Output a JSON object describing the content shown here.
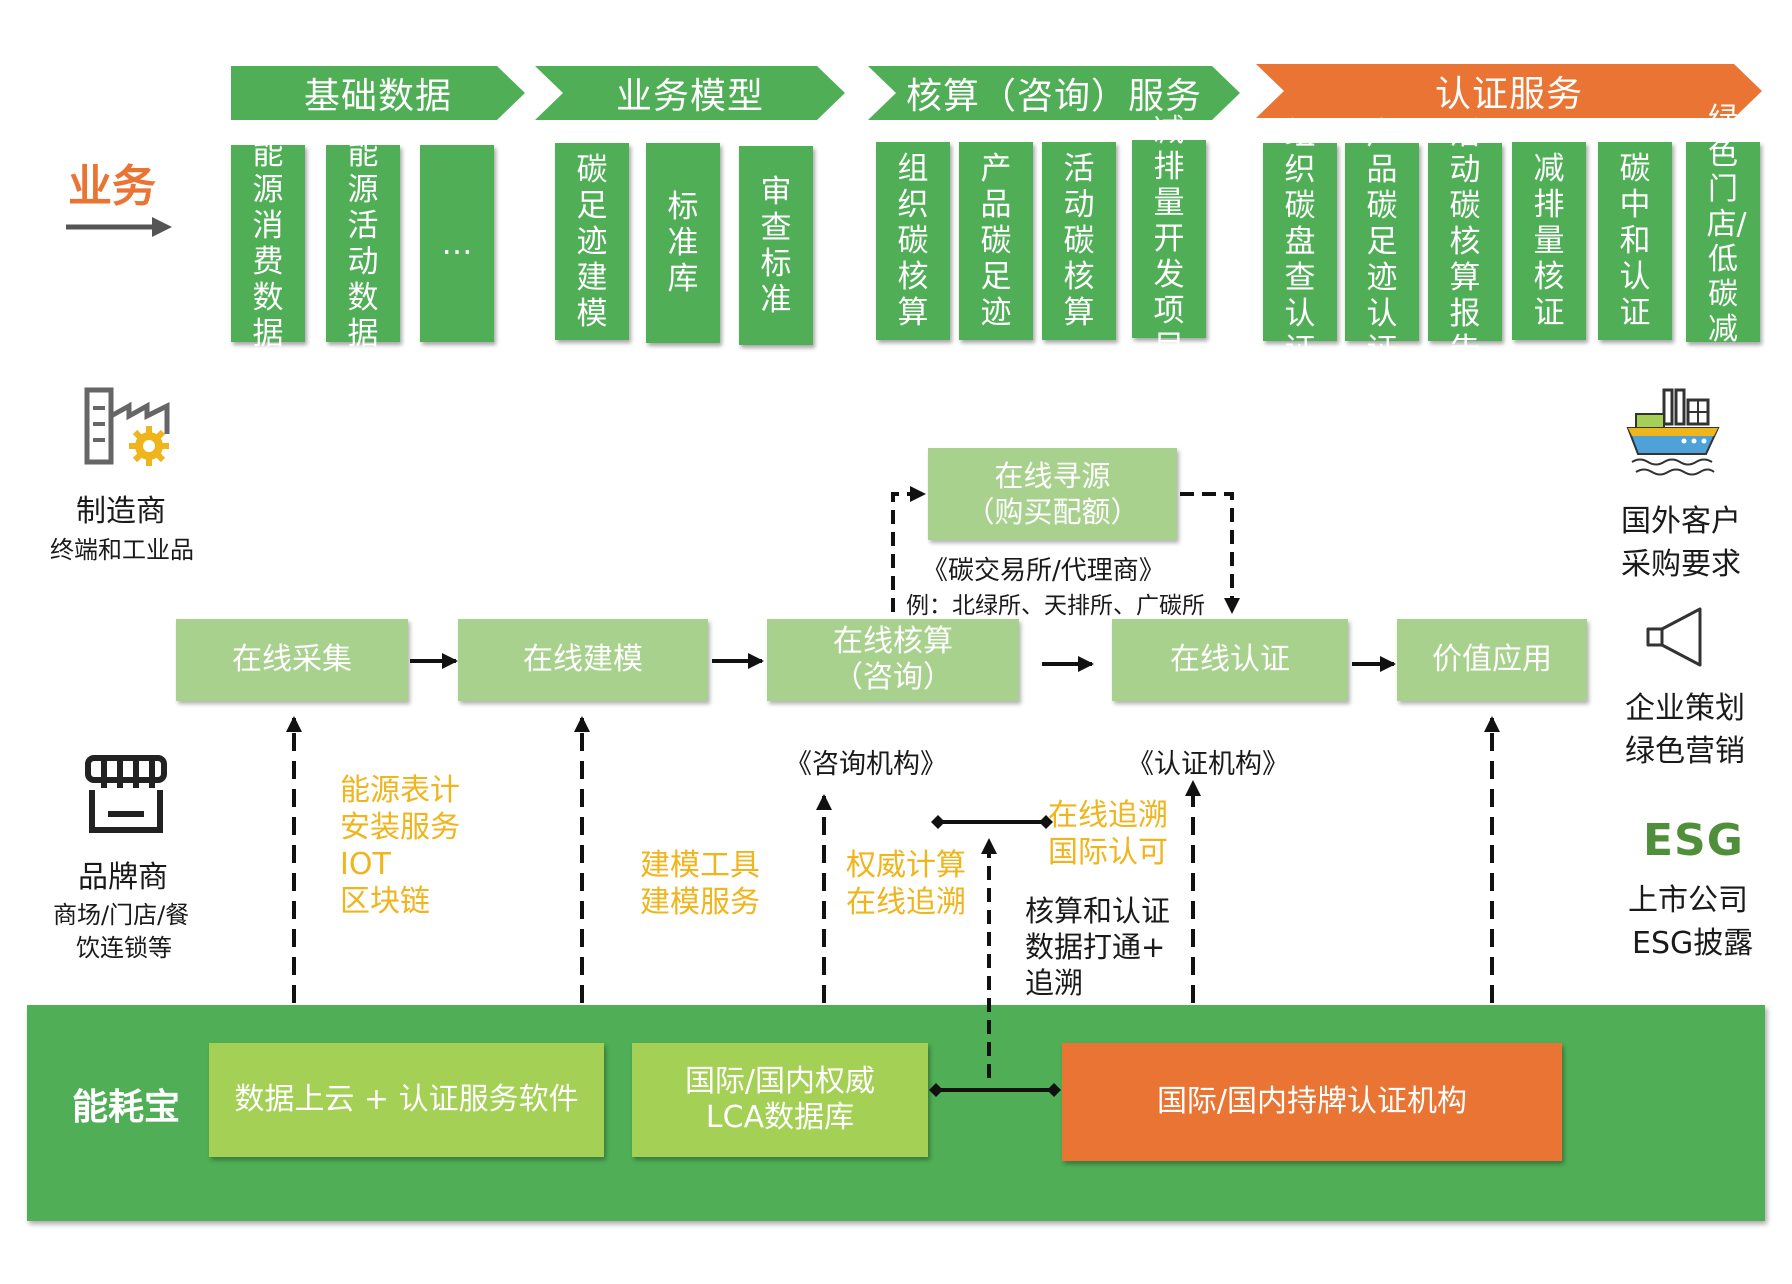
{
  "left_labels": {
    "business": "业务",
    "manufacturer": {
      "title": "制造商",
      "subtitle": "终端和工业品"
    },
    "brand": {
      "title": "品牌商",
      "subtitle_line1": "商场/门店/餐",
      "subtitle_line2": "饮连锁等"
    },
    "platform": "能耗宝"
  },
  "phases": [
    {
      "label": "基础数据",
      "color": "#4fae56"
    },
    {
      "label": "业务模型",
      "color": "#4fae56"
    },
    {
      "label": "核算（咨询）服务",
      "color": "#4fae56"
    },
    {
      "label": "认证服务",
      "color": "#ea7433"
    }
  ],
  "cards": {
    "basic_data": [
      "能源消费数据",
      "能源活动数据",
      "…"
    ],
    "business_model": [
      "碳足迹建模",
      "标准库",
      "审查标准"
    ],
    "accounting": [
      "组织碳核算",
      "产品碳足迹",
      "活动碳核算",
      "减排量开发项目"
    ],
    "certification": [
      "组织碳盘查认证",
      "产品碳足迹认证",
      "活动碳核算报告",
      "减排量核证",
      "碳中和认证",
      "绿色门店/低碳减塑"
    ]
  },
  "sourcing": {
    "box_line1": "在线寻源",
    "box_line2": "（购买配额）",
    "note_line1": "《碳交易所/代理商》",
    "note_line2": "例：北绿所、天排所、广碳所"
  },
  "flow": {
    "collect": "在线采集",
    "model": "在线建模",
    "accounting_line1": "在线核算",
    "accounting_line2": "（咨询）",
    "certify": "在线认证",
    "value": "价值应用"
  },
  "annotations": {
    "collect_1": "能源表计",
    "collect_2": "安装服务",
    "collect_3": "IOT",
    "collect_4": "区块链",
    "model_1": "建模工具",
    "model_2": "建模服务",
    "authority_1": "权威计算",
    "authority_2": "在线追溯",
    "consulting_org": "《咨询机构》",
    "certification_org": "《认证机构》",
    "trace_1": "在线追溯",
    "trace_2": "国际认可",
    "link_1": "核算和认证",
    "link_2": "数据打通+",
    "link_3": "追溯"
  },
  "right_labels": {
    "foreign_1": "国外客户",
    "foreign_2": "采购要求",
    "marketing_1": "企业策划",
    "marketing_2": "绿色营销",
    "esg_logo": "ESG",
    "esg_1": "上市公司",
    "esg_2": "ESG披露"
  },
  "platform_boxes": {
    "cloud": "数据上云 + 认证服务软件",
    "lca_line1": "国际/国内权威",
    "lca_line2": "LCA数据库",
    "certifier": "国际/国内持牌认证机构"
  },
  "colors": {
    "green": "#4fae56",
    "light_green": "#a9d18e",
    "lime": "#a4d055",
    "orange": "#ea7433",
    "yellow": "#f0b41c"
  }
}
